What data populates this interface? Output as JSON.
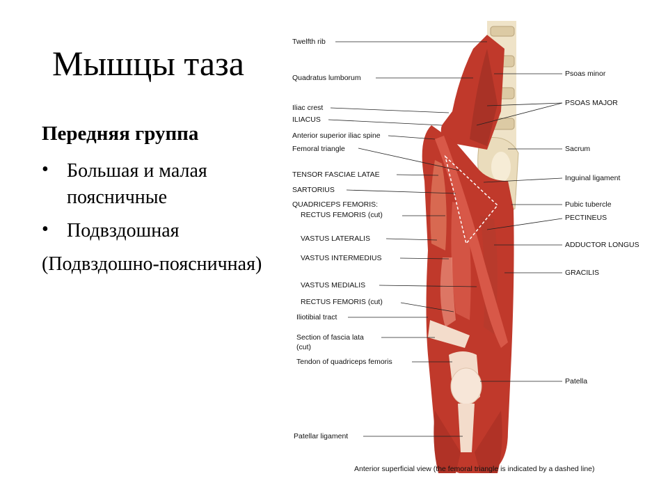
{
  "slide": {
    "title": "Мышцы таза",
    "subheading": "Передняя группа",
    "bullets": [
      {
        "text": "Большая и малая поясничные"
      },
      {
        "text": "Подвздошная"
      }
    ],
    "bullet_glyph": "•",
    "paren_text": "(Подвздошно-поясничная)"
  },
  "figure": {
    "image_desc_icon": "thigh-muscles-anatomy-illustration",
    "colors": {
      "muscle": "#c0392b",
      "muscle_light": "#e07a5f",
      "bone": "#efe3c8",
      "tendon": "#f3dccb"
    },
    "left_labels": [
      "Twelfth rib",
      "Quadratus lumborum",
      "Iliac crest",
      "ILIACUS",
      "Anterior superior iliac spine",
      "Femoral triangle",
      "TENSOR FASCIAE LATAE",
      "SARTORIUS",
      "QUADRICEPS FEMORIS:",
      "RECTUS FEMORIS (cut)",
      "VASTUS LATERALIS",
      "VASTUS INTERMEDIUS",
      "VASTUS MEDIALIS",
      "RECTUS FEMORIS (cut)",
      "Iliotibial tract",
      "Section of fascia lata",
      "(cut)",
      "Tendon of quadriceps femoris",
      "Patellar ligament"
    ],
    "right_labels": [
      "Psoas minor",
      "PSOAS MAJOR",
      "Sacrum",
      "Inguinal ligament",
      "Pubic tubercle",
      "PECTINEUS",
      "ADDUCTOR LONGUS",
      "GRACILIS",
      "Patella"
    ],
    "caption": "Anterior superficial view (the femoral triangle is indicated by a dashed line)"
  }
}
